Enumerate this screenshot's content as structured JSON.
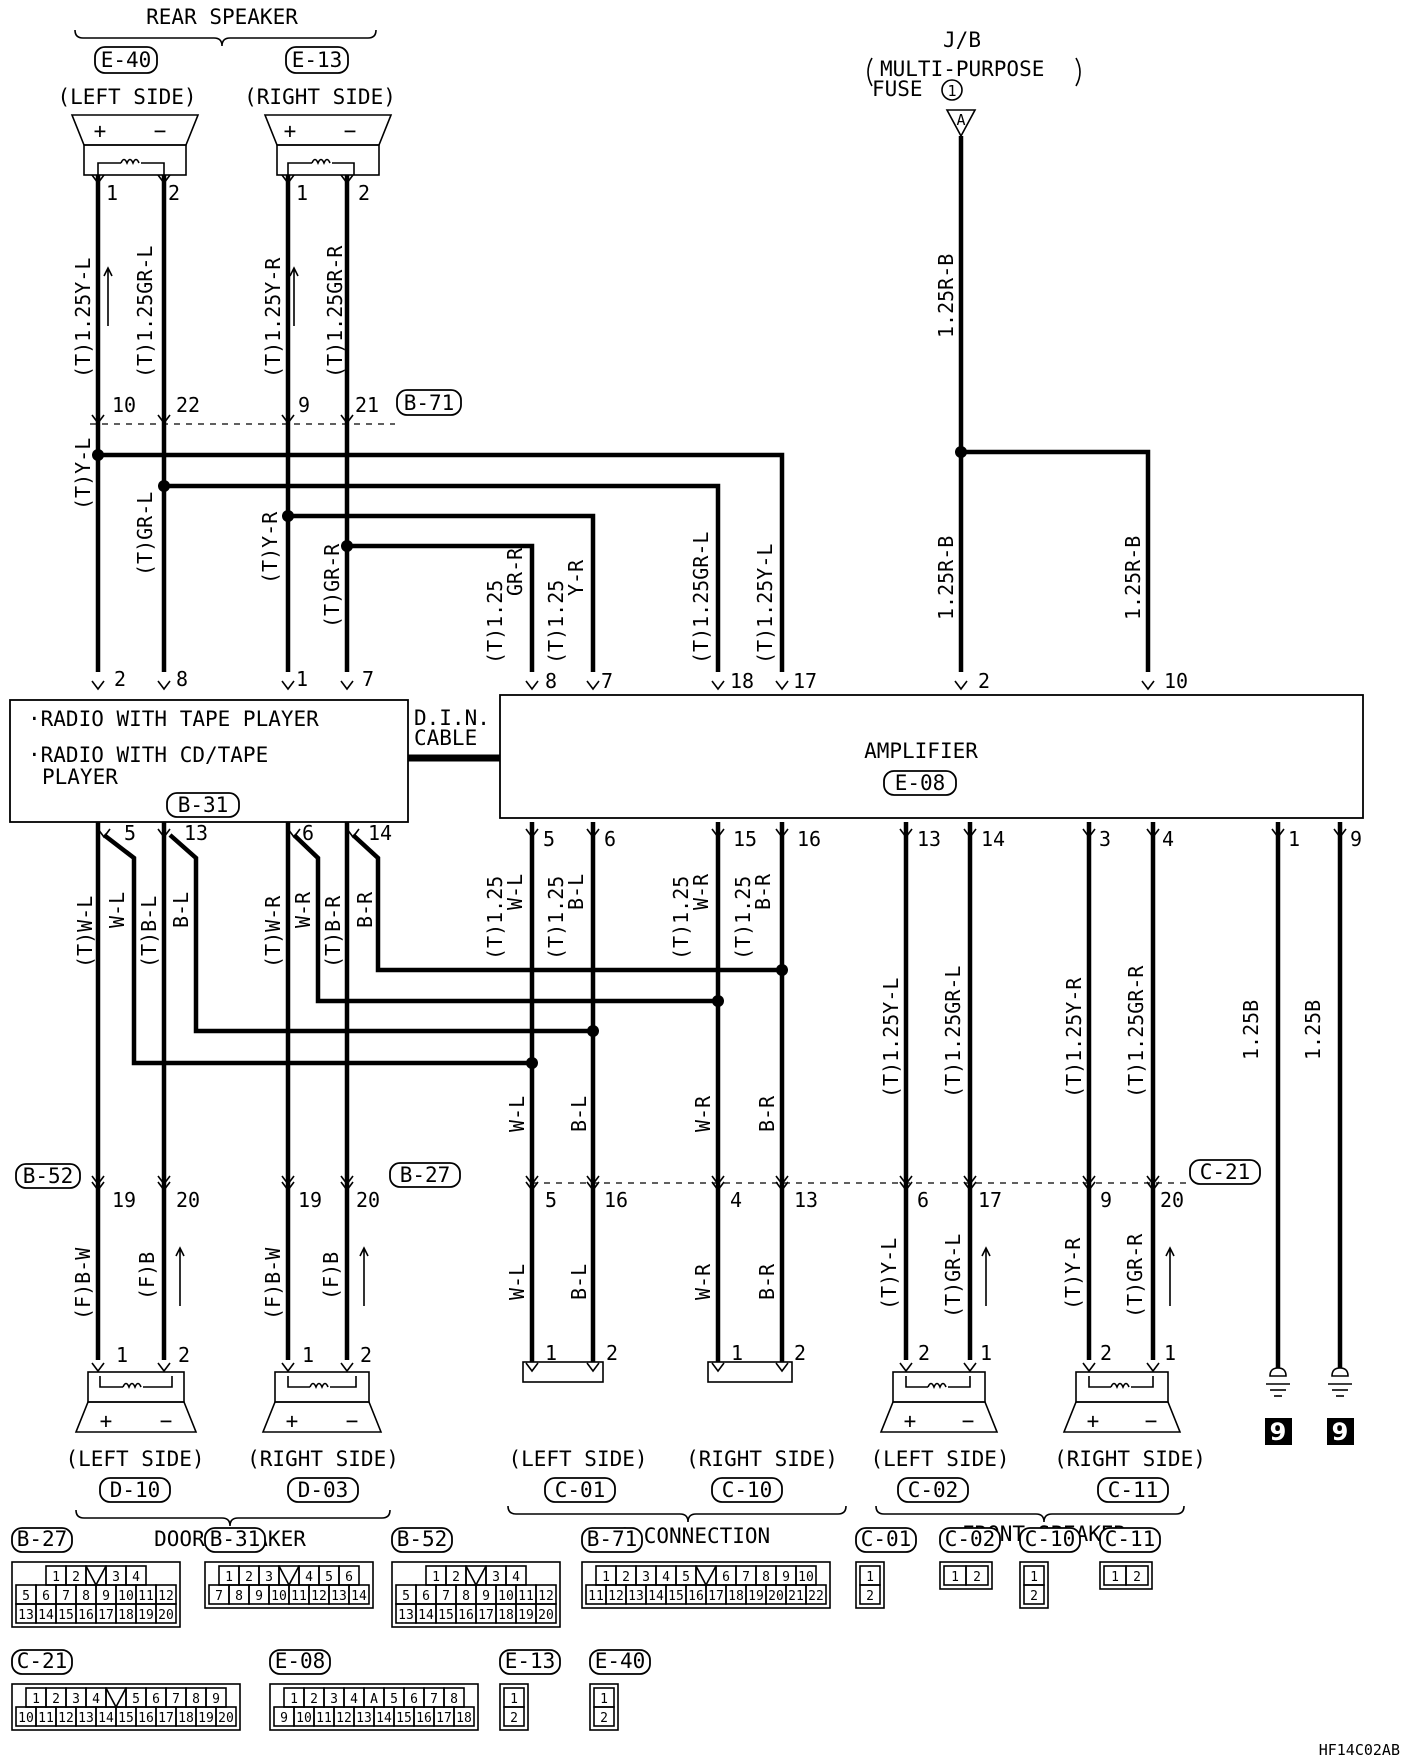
{
  "rear_speaker": {
    "title": "REAR SPEAKER",
    "left": {
      "code": "E-40",
      "side": "(LEFT SIDE)",
      "pin1": "1",
      "pin2": "2",
      "wire1": "(T)1.25Y-L",
      "wire2": "(T)1.25GR-L",
      "plus": "+",
      "minus": "−"
    },
    "right": {
      "code": "E-13",
      "side": "(RIGHT SIDE)",
      "pin1": "1",
      "pin2": "2",
      "wire1": "(T)1.25Y-R",
      "wire2": "(T)1.25GR-R",
      "plus": "+",
      "minus": "−"
    }
  },
  "jb": {
    "line1": "J/B",
    "line2": "MULTI-PURPOSE",
    "line3": "FUSE",
    "fuse_num": "1",
    "terminal": "A",
    "wire_top": "1.25R-B",
    "wire_left": "1.25R-B",
    "wire_right": "1.25R-B"
  },
  "b71": {
    "code": "B-71",
    "pins": [
      "10",
      "22",
      "9",
      "21"
    ]
  },
  "radio": {
    "line1": "·RADIO WITH TAPE PLAYER",
    "line2": "·RADIO WITH CD/TAPE",
    "line3": "PLAYER",
    "code": "B-31",
    "top_pins": [
      "2",
      "8",
      "1",
      "7"
    ],
    "top_wires": [
      "(T)Y-L",
      "(T)GR-L",
      "(T)Y-R",
      "(T)GR-R"
    ],
    "bottom_pins": [
      "5",
      "13",
      "6",
      "14"
    ],
    "bottom_wires": [
      "(T)W-L",
      "W-L",
      "(T)B-L",
      "B-L",
      "(T)W-R",
      "W-R",
      "(T)B-R",
      "B-R"
    ]
  },
  "din": {
    "line1": "D.I.N.",
    "line2": "CABLE"
  },
  "amplifier": {
    "name": "AMPLIFIER",
    "code": "E-08",
    "top_pins": [
      "8",
      "7",
      "18",
      "17",
      "2",
      "10"
    ],
    "top_wires": [
      "(T)1.25",
      "GR-R",
      "(T)1.25",
      "Y-R",
      "(T)1.25GR-L",
      "(T)1.25Y-L"
    ],
    "bottom_pins": [
      "5",
      "6",
      "15",
      "16",
      "13",
      "14",
      "3",
      "4",
      "1",
      "9"
    ],
    "bottom_wires": [
      "(T)1.25",
      "W-L",
      "(T)1.25",
      "B-L",
      "(T)1.25",
      "W-R",
      "(T)1.25",
      "B-R",
      "(T)1.25Y-L",
      "(T)1.25GR-L",
      "(T)1.25Y-R",
      "(T)1.25GR-R",
      "1.25B",
      "1.25B"
    ]
  },
  "mid_wires": [
    "W-L",
    "B-L",
    "W-R",
    "B-R"
  ],
  "b52": {
    "code": "B-52",
    "pins": [
      "19",
      "20"
    ]
  },
  "b27": {
    "code": "B-27",
    "pins": [
      "19",
      "20"
    ]
  },
  "c21": {
    "code": "C-21",
    "pins": [
      "5",
      "16",
      "4",
      "13",
      "6",
      "17",
      "9",
      "20"
    ]
  },
  "door_speaker": {
    "title": "DOOR SPEAKER",
    "left": {
      "code": "D-10",
      "side": "(LEFT SIDE)",
      "wire1": "(F)B-W",
      "wire2": "(F)B",
      "pin1": "1",
      "pin2": "2"
    },
    "right": {
      "code": "D-03",
      "side": "(RIGHT SIDE)",
      "wire1": "(F)B-W",
      "wire2": "(F)B",
      "pin1": "1",
      "pin2": "2"
    }
  },
  "no_connection": {
    "title": "NO CONNECTION",
    "left": {
      "code": "C-01",
      "side": "(LEFT SIDE)",
      "wire1": "W-L",
      "wire2": "B-L",
      "pin1": "1",
      "pin2": "2"
    },
    "right": {
      "code": "C-10",
      "side": "(RIGHT SIDE)",
      "wire1": "W-R",
      "wire2": "B-R",
      "pin1": "1",
      "pin2": "2"
    }
  },
  "front_speaker": {
    "title": "FRONT SPEAKER",
    "left": {
      "code": "C-02",
      "side": "(LEFT SIDE)",
      "wire1": "(T)Y-L",
      "wire2": "(T)GR-L",
      "pin1": "2",
      "pin2": "1"
    },
    "right": {
      "code": "C-11",
      "side": "(RIGHT SIDE)",
      "wire1": "(T)Y-R",
      "wire2": "(T)GR-R",
      "pin1": "2",
      "pin2": "1"
    }
  },
  "ground": {
    "label": "9"
  },
  "connectors": {
    "b27": {
      "code": "B-27",
      "rows": [
        [
          "1",
          "2",
          "",
          "3",
          "4"
        ],
        [
          "5",
          "6",
          "7",
          "8",
          "9",
          "10",
          "11",
          "12"
        ],
        [
          "13",
          "14",
          "15",
          "16",
          "17",
          "18",
          "19",
          "20"
        ]
      ]
    },
    "b31": {
      "code": "B-31",
      "rows": [
        [
          "1",
          "2",
          "3",
          "",
          "4",
          "5",
          "6"
        ],
        [
          "7",
          "8",
          "9",
          "10",
          "11",
          "12",
          "13",
          "14"
        ]
      ]
    },
    "b52": {
      "code": "B-52",
      "rows": [
        [
          "1",
          "2",
          "",
          "3",
          "4"
        ],
        [
          "5",
          "6",
          "7",
          "8",
          "9",
          "10",
          "11",
          "12"
        ],
        [
          "13",
          "14",
          "15",
          "16",
          "17",
          "18",
          "19",
          "20"
        ]
      ]
    },
    "b71": {
      "code": "B-71",
      "rows": [
        [
          "1",
          "2",
          "3",
          "4",
          "5",
          "",
          "6",
          "7",
          "8",
          "9",
          "10"
        ],
        [
          "11",
          "12",
          "13",
          "14",
          "15",
          "16",
          "17",
          "18",
          "19",
          "20",
          "21",
          "22"
        ]
      ]
    },
    "c01": {
      "code": "C-01",
      "rows": [
        [
          "1"
        ],
        [
          "2"
        ]
      ]
    },
    "c02": {
      "code": "C-02",
      "rows": [
        [
          "1",
          "2"
        ]
      ]
    },
    "c10": {
      "code": "C-10",
      "rows": [
        [
          "1"
        ],
        [
          "2"
        ]
      ]
    },
    "c11": {
      "code": "C-11",
      "rows": [
        [
          "1",
          "2"
        ]
      ]
    },
    "c21": {
      "code": "C-21",
      "rows": [
        [
          "1",
          "2",
          "3",
          "4",
          "",
          "5",
          "6",
          "7",
          "8",
          "9"
        ],
        [
          "10",
          "11",
          "12",
          "13",
          "14",
          "15",
          "16",
          "17",
          "18",
          "19",
          "20"
        ]
      ]
    },
    "e08": {
      "code": "E-08",
      "rows": [
        [
          "1",
          "2",
          "3",
          "4",
          "A",
          "5",
          "6",
          "7",
          "8"
        ],
        [
          "9",
          "10",
          "11",
          "12",
          "13",
          "14",
          "15",
          "16",
          "17",
          "18"
        ]
      ]
    },
    "e13": {
      "code": "E-13",
      "rows": [
        [
          "1"
        ],
        [
          "2"
        ]
      ]
    },
    "e40": {
      "code": "E-40",
      "rows": [
        [
          "1"
        ],
        [
          "2"
        ]
      ]
    }
  },
  "figure_code": "HF14C02AB"
}
